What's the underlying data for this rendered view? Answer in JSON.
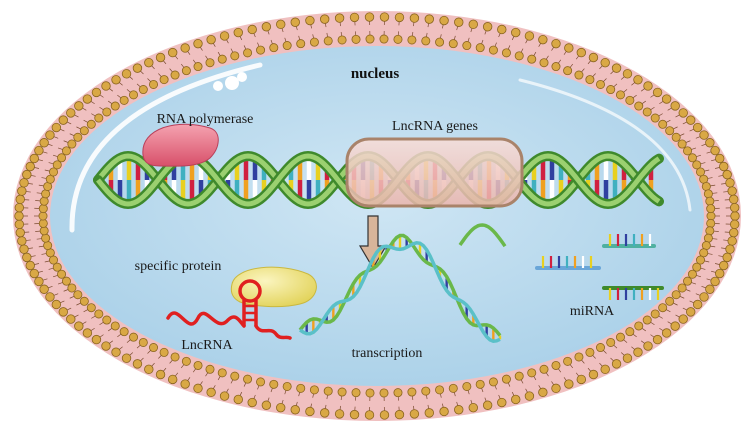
{
  "labels": {
    "nucleus": "nucleus",
    "rna_polymerase": "RNA polymerase",
    "lncrna_genes": "LncRNA genes",
    "specific_protein": "specific protein",
    "lncrna": "LncRNA",
    "transcription": "transcription",
    "mirna": "miRNA"
  },
  "colors": {
    "membrane_head": "#d9a845",
    "membrane_head_stroke": "#8a6420",
    "membrane_band": "#f0c0c0",
    "nucleoplasm": "#b7d8ec",
    "dna_backbone": "#5aa840",
    "dna_backbone_light": "#9bd070",
    "polymerase": "#e8788a",
    "protein": "#eee37a",
    "lncrna_strand": "#e02020",
    "gene_box": "#f4c9c2",
    "base_colors": [
      "#e8d020",
      "#d02040",
      "#3040a0",
      "#40b0c0",
      "#f0a020",
      "#ffffff"
    ]
  },
  "icons": [
    "arrow-down-icon"
  ]
}
